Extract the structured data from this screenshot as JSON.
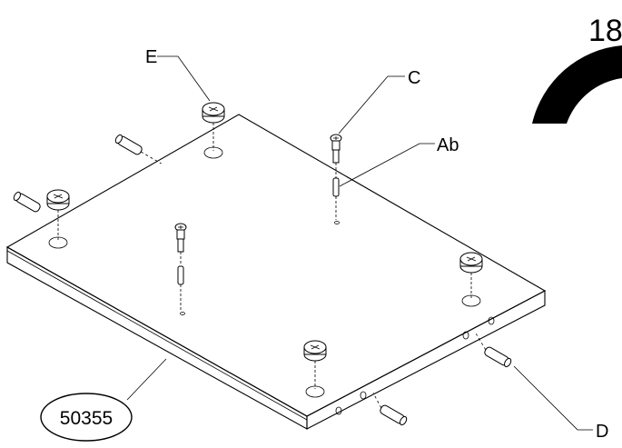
{
  "step_number": "18",
  "part_number": "50355",
  "callouts": {
    "E": "E",
    "C": "C",
    "Ab": "Ab",
    "D": "D"
  },
  "colors": {
    "ink": "#000000",
    "background": "#ffffff"
  }
}
